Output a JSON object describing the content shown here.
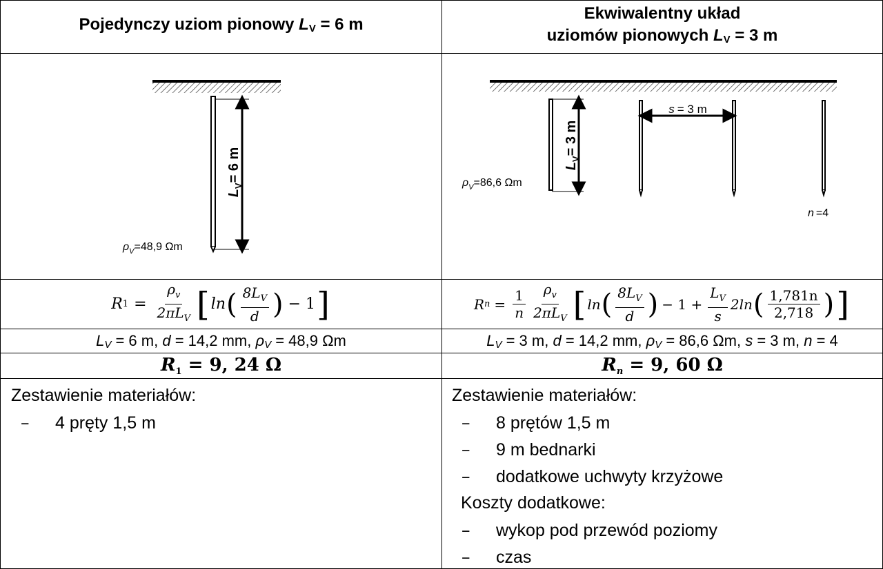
{
  "left": {
    "header": {
      "pre": "Pojedynczy uziom pionowy ",
      "L": "L",
      "V": "V",
      "post": " = 6 m"
    },
    "diagram": {
      "length_label": "L",
      "length_sub": "V",
      "length_value": "= 6 m",
      "rho": "ρ",
      "rho_sub": "V",
      "rho_value": "=48,9 Ωm"
    },
    "formula": {
      "lhs": "R",
      "lhs_sub": "1",
      "eq": "=",
      "num": "ρ",
      "num_sub": "v",
      "den": "2πL",
      "den_sub": "V",
      "ln": "ln",
      "inner_num": "8L",
      "inner_num_sub": "V",
      "inner_den": "d",
      "tail": "− 1"
    },
    "params": [
      {
        "sym": "L",
        "sub": "V",
        "val": " = 6 m, "
      },
      {
        "sym": "d",
        "sub": "",
        "val": " = 14,2 mm, "
      },
      {
        "sym": "ρ",
        "sub": "V",
        "val": " = 48,9 Ωm"
      }
    ],
    "result": {
      "sym": "R",
      "sub": "1",
      "value": " = 9, 24 Ω"
    },
    "materials": {
      "title": "Zestawienie materiałów:",
      "items": [
        "4 pręty 1,5 m"
      ]
    }
  },
  "right": {
    "header": {
      "line1": "Ekwiwalentny układ",
      "pre": "uziomów pionowych ",
      "L": "L",
      "V": "V",
      "post": " = 3 m"
    },
    "diagram": {
      "length_label": "L",
      "length_sub": "V",
      "length_value": "= 3 m",
      "rho": "ρ",
      "rho_sub": "V",
      "rho_value": "=86,6 Ωm",
      "spacing_sym": "s",
      "spacing_value": "= 3 m",
      "n_sym": "n",
      "n_value": "=4"
    },
    "formula": {
      "lhs": "R",
      "lhs_sub": "n",
      "eq": "=",
      "f1_num": "1",
      "f1_den": "n",
      "num": "ρ",
      "num_sub": "v",
      "den": "2πL",
      "den_sub": "V",
      "ln": "ln",
      "inner_num": "8L",
      "inner_num_sub": "V",
      "inner_den": "d",
      "mid": "− 1 +",
      "f3_num": "L",
      "f3_num_sub": "V",
      "f3_den": "s",
      "ln2": "2ln",
      "f4_num": "1,781n",
      "f4_den": "2,718"
    },
    "params": [
      {
        "sym": "L",
        "sub": "V",
        "val": " = 3 m, "
      },
      {
        "sym": "d",
        "sub": "",
        "val": " = 14,2 mm, "
      },
      {
        "sym": "ρ",
        "sub": "V",
        "val": " = 86,6 Ωm, "
      },
      {
        "sym": "s",
        "sub": "",
        "val": " = 3 m, "
      },
      {
        "sym": "n",
        "sub": "",
        "val": " = 4"
      }
    ],
    "result": {
      "sym": "R",
      "sub": "n",
      "value": " = 9, 60 Ω"
    },
    "materials": {
      "title": "Zestawienie materiałów:",
      "items": [
        "8 prętów 1,5 m",
        "9 m bednarki",
        "dodatkowe uchwyty krzyżowe"
      ],
      "extra_title": "Koszty dodatkowe:",
      "extra_items": [
        "wykop pod przewód poziomy",
        "czas"
      ]
    }
  },
  "dash": "–"
}
